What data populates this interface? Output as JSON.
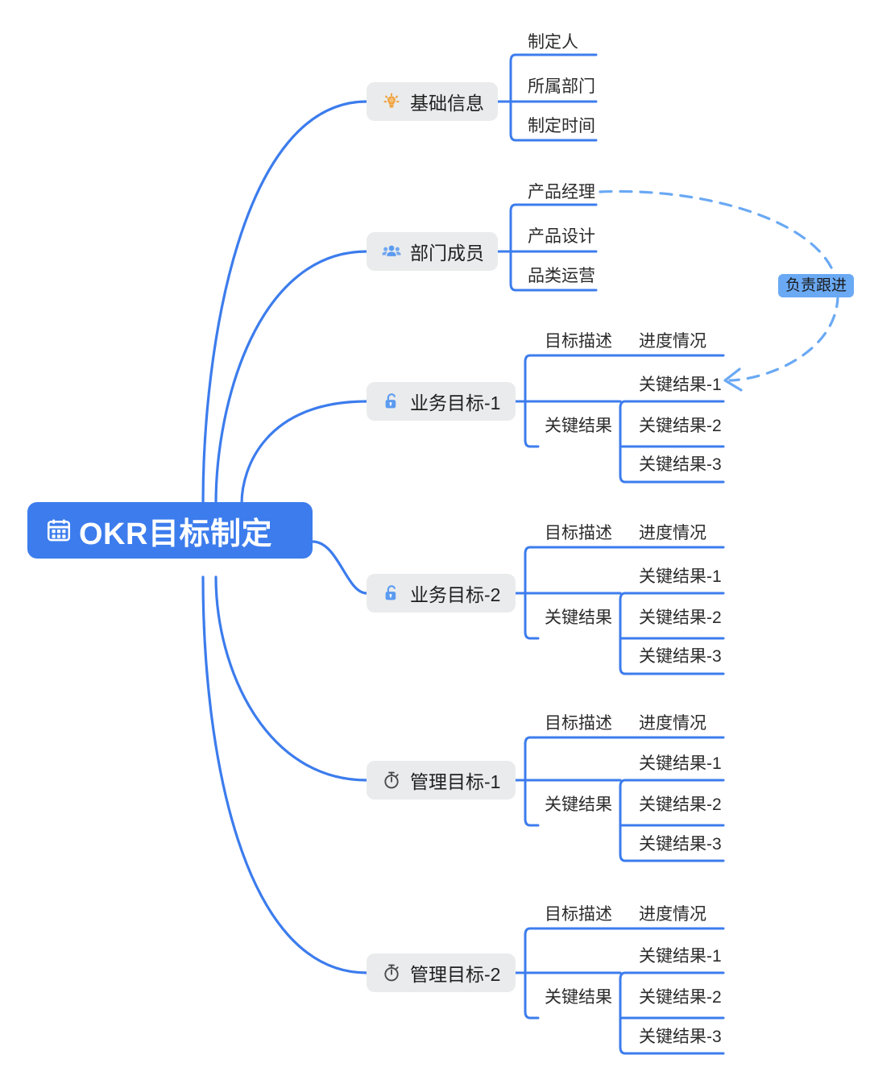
{
  "diagram": {
    "type": "mindmap",
    "title": "OKR目标制定",
    "colors": {
      "root_bg": "#3c7ced",
      "root_text": "#ffffff",
      "branch_bg": "#e9ebec",
      "branch_text": "#1f1f1f",
      "link": "#3c7ced",
      "relation_link": "#6aa9f4",
      "relation_badge_bg": "#6aa9f4",
      "leaf_text": "#2b2b2b",
      "bulb_icon": "#f0a23c",
      "people_icon": "#5b9bf0",
      "lock_icon": "#5b9bf0",
      "timer_icon": "#4a4a4a",
      "background": "#ffffff"
    }
  },
  "root": {
    "label": "OKR目标制定",
    "icon": "calendar-icon"
  },
  "branches": [
    {
      "label": "基础信息",
      "icon": "lightbulb-icon",
      "children": [
        {
          "label": "制定人"
        },
        {
          "label": "所属部门"
        },
        {
          "label": "制定时间"
        }
      ]
    },
    {
      "label": "部门成员",
      "icon": "people-icon",
      "children": [
        {
          "label": "产品经理"
        },
        {
          "label": "产品设计"
        },
        {
          "label": "品类运营"
        }
      ]
    },
    {
      "label": "业务目标-1",
      "icon": "lock-icon",
      "column_headers": [
        "目标描述",
        "进度情况"
      ],
      "children": [
        {
          "label": "目标描述"
        },
        {
          "label": "关键结果",
          "children": [
            {
              "label": "关键结果-1"
            },
            {
              "label": "关键结果-2"
            },
            {
              "label": "关键结果-3"
            }
          ]
        }
      ]
    },
    {
      "label": "业务目标-2",
      "icon": "lock-icon",
      "column_headers": [
        "目标描述",
        "进度情况"
      ],
      "children": [
        {
          "label": "目标描述"
        },
        {
          "label": "关键结果",
          "children": [
            {
              "label": "关键结果-1"
            },
            {
              "label": "关键结果-2"
            },
            {
              "label": "关键结果-3"
            }
          ]
        }
      ]
    },
    {
      "label": "管理目标-1",
      "icon": "timer-icon",
      "column_headers": [
        "目标描述",
        "进度情况"
      ],
      "children": [
        {
          "label": "目标描述"
        },
        {
          "label": "关键结果",
          "children": [
            {
              "label": "关键结果-1"
            },
            {
              "label": "关键结果-2"
            },
            {
              "label": "关键结果-3"
            }
          ]
        }
      ]
    },
    {
      "label": "管理目标-2",
      "icon": "timer-icon",
      "column_headers": [
        "目标描述",
        "进度情况"
      ],
      "children": [
        {
          "label": "目标描述"
        },
        {
          "label": "关键结果",
          "children": [
            {
              "label": "关键结果-1"
            },
            {
              "label": "关键结果-2"
            },
            {
              "label": "关键结果-3"
            }
          ]
        }
      ]
    }
  ],
  "relation": {
    "label": "负责跟进",
    "from": "产品经理",
    "to": "关键结果-1",
    "style": "dashed-arrow"
  }
}
